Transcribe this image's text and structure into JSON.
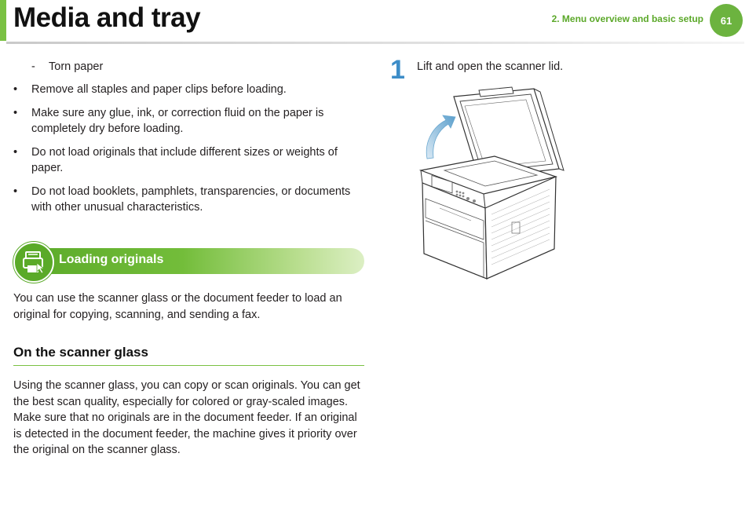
{
  "header": {
    "title": "Media and tray",
    "chapter": "2.  Menu overview and basic setup",
    "page_number": "61",
    "accent_color": "#7ac143"
  },
  "left_column": {
    "dash_item": {
      "mark": "-",
      "text": "Torn paper"
    },
    "bullets": [
      {
        "mark": "•",
        "text": "Remove all staples and paper clips before loading."
      },
      {
        "mark": "•",
        "text": "Make sure any glue, ink, or correction fluid on the paper is completely dry before loading."
      },
      {
        "mark": "•",
        "text": "Do not load originals that include different sizes or weights of paper."
      },
      {
        "mark": "•",
        "text": "Do not load booklets, pamphlets, transparencies, or documents with other unusual characteristics."
      }
    ],
    "section": {
      "title": "Loading originals",
      "icon": "document-tray-icon"
    },
    "intro": "You can use the scanner glass or the document feeder to load an original for copying, scanning, and sending a fax.",
    "subsection_title": "On the scanner glass",
    "body": "Using the scanner glass, you can copy or scan originals. You can get the best scan quality, especially for colored or gray-scaled images. Make sure that no originals are in the document feeder. If an original is detected in the document feeder, the machine gives it priority over the original on the scanner glass."
  },
  "right_column": {
    "step": {
      "number": "1",
      "text": "Lift and open the scanner lid.",
      "number_color": "#3d8dc8"
    },
    "illustration": {
      "icon": "printer-open-lid-illustration",
      "arrow_color": "#6aa8d0"
    }
  }
}
